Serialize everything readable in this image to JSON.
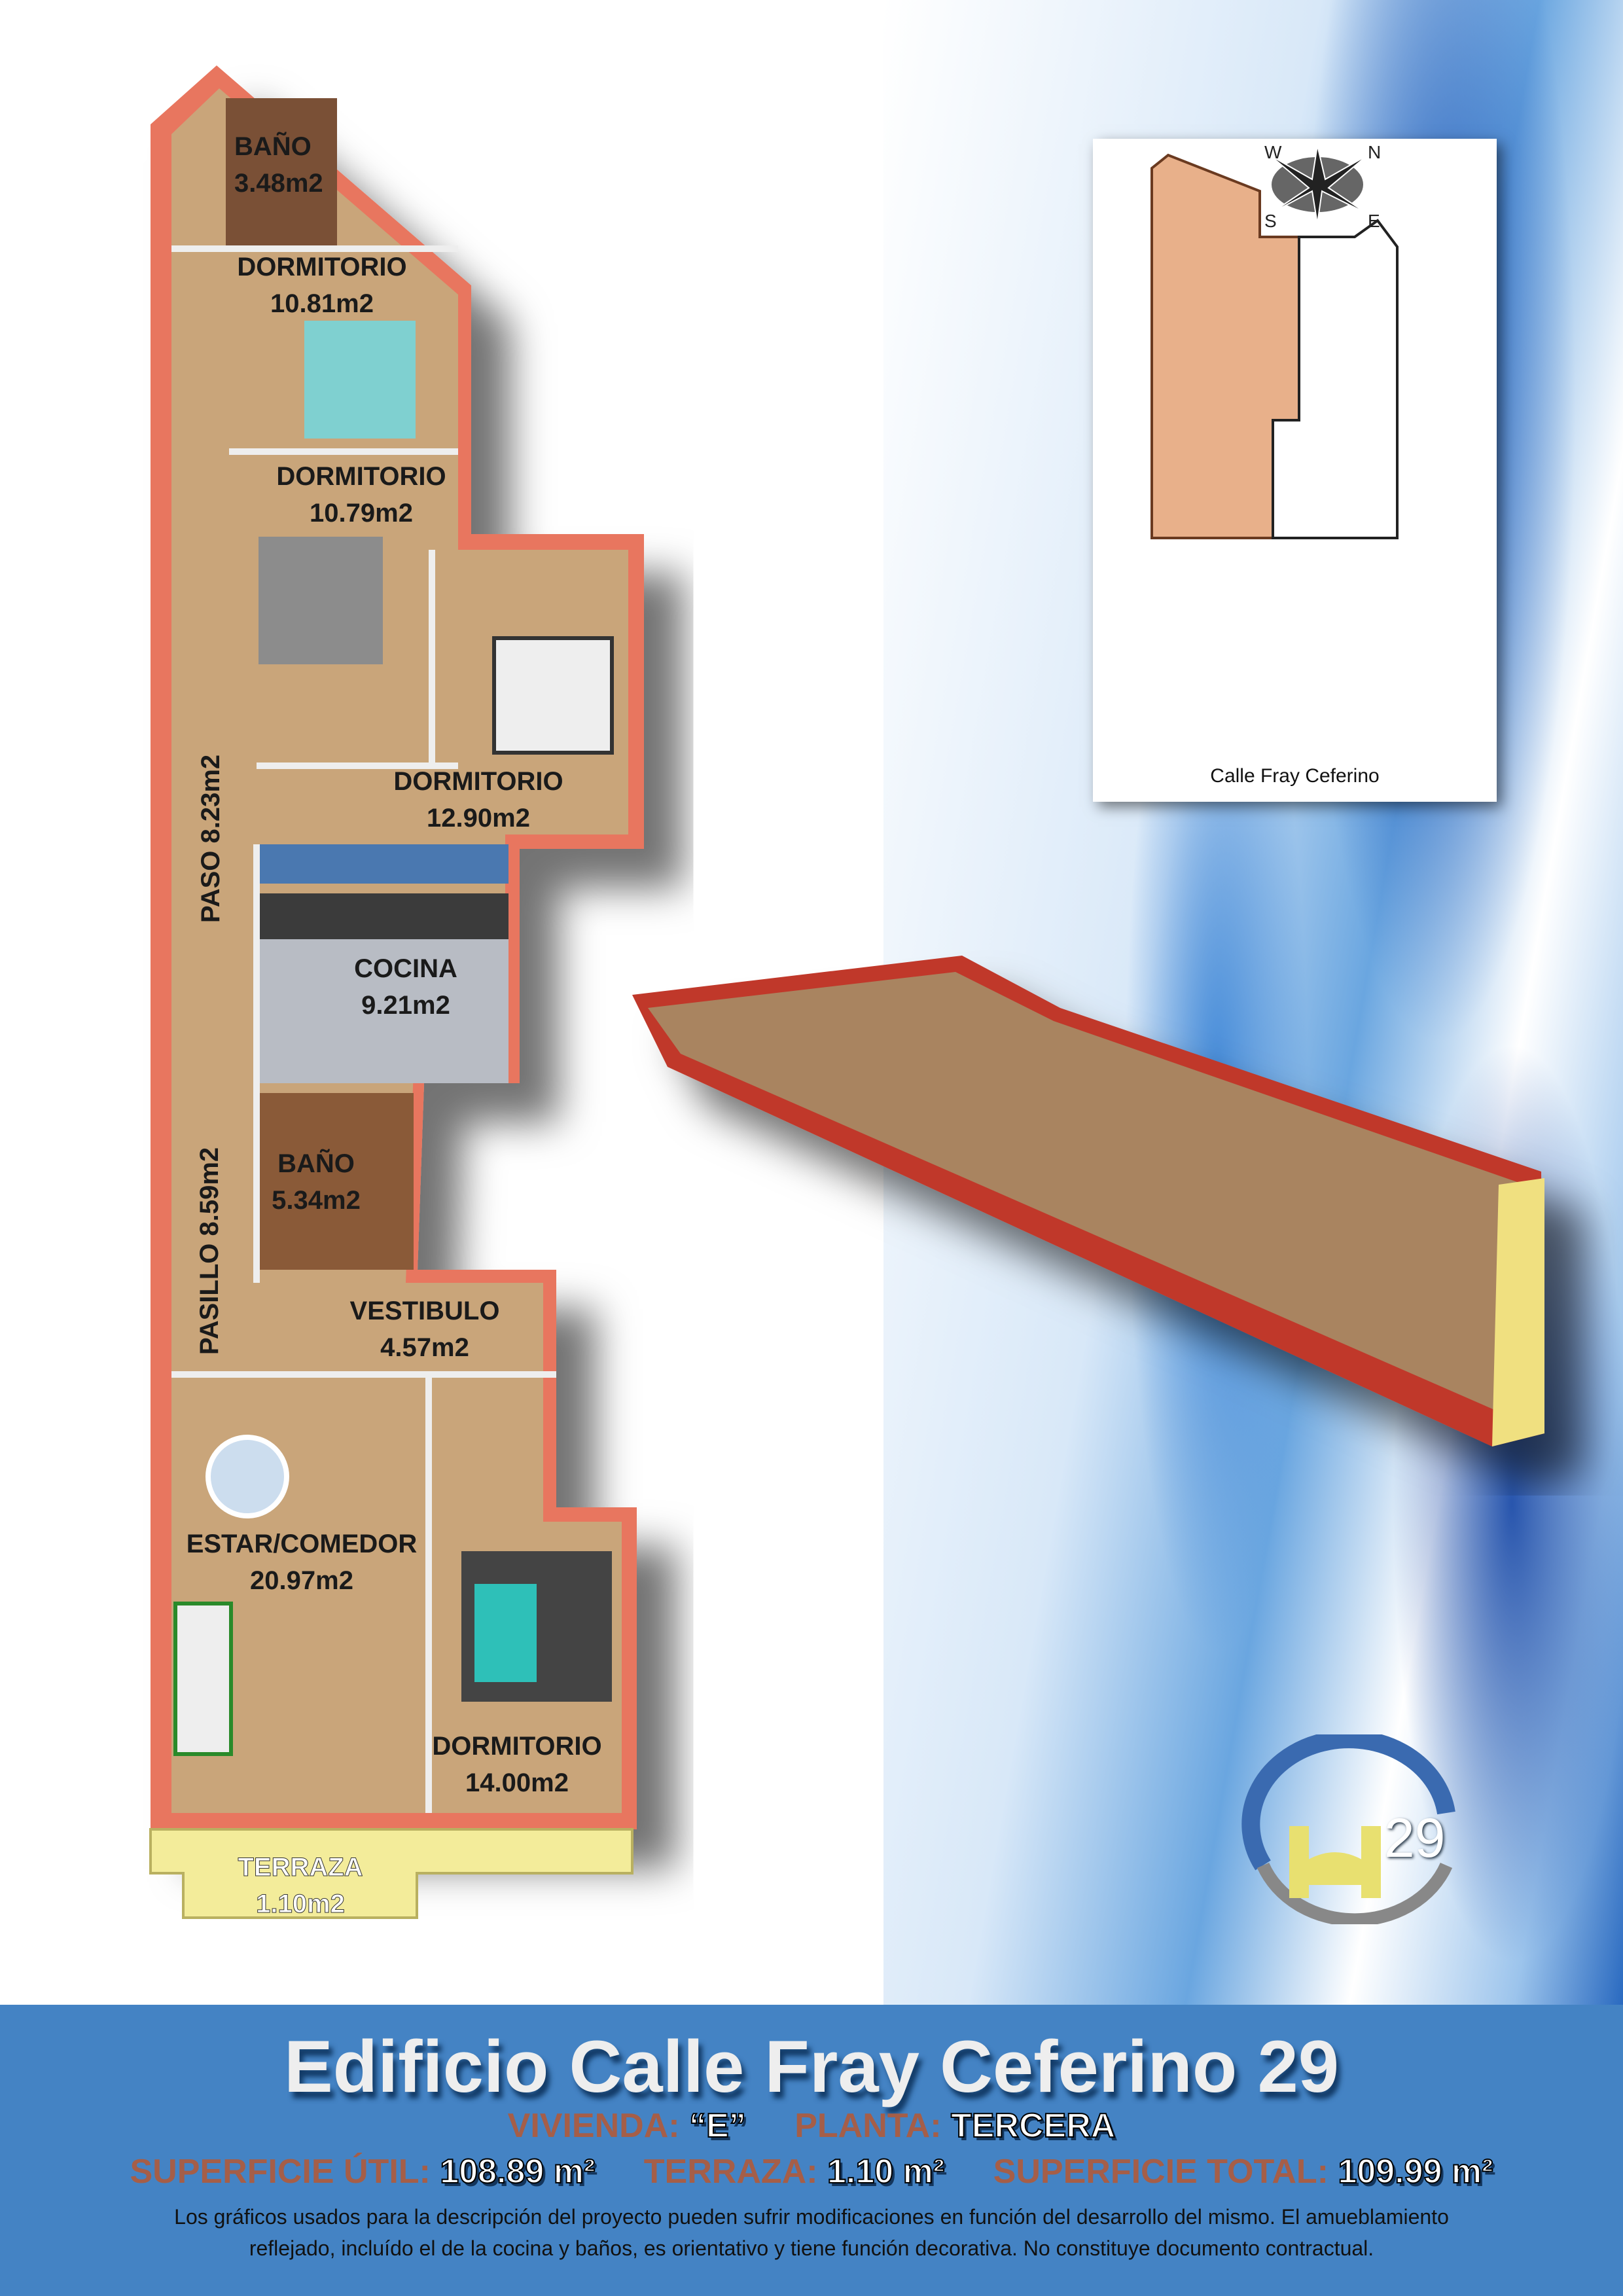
{
  "floor_plan": {
    "rooms": [
      {
        "name": "BAÑO",
        "area": "3.48m2"
      },
      {
        "name": "DORMITORIO",
        "area": "10.81m2"
      },
      {
        "name": "DORMITORIO",
        "area": "10.79m2"
      },
      {
        "name": "DORMITORIO",
        "area": "12.90m2"
      },
      {
        "name": "PASO",
        "area": "8.23m2"
      },
      {
        "name": "COCINA",
        "area": "9.21m2"
      },
      {
        "name": "BAÑO",
        "area": "5.34m2"
      },
      {
        "name": "PASILLO",
        "area": "8.59m2"
      },
      {
        "name": "VESTIBULO",
        "area": "4.57m2"
      },
      {
        "name": "ESTAR/COMEDOR",
        "area": "20.97m2"
      },
      {
        "name": "DORMITORIO",
        "area": "14.00m2"
      },
      {
        "name": "TERRAZA",
        "area": "1.10m2"
      }
    ],
    "colors": {
      "wall": "#e8765f",
      "floor": "#c9a57a",
      "terrace": "#f3ec9a"
    }
  },
  "location_map": {
    "caption": "Calle Fray Ceferino",
    "compass": {
      "n": "N",
      "s": "S",
      "e": "E",
      "w": "W"
    }
  },
  "logo": {
    "number": "29"
  },
  "banner": {
    "title": "Edificio Calle Fray Ceferino 29",
    "vivienda_label": "VIVIENDA:",
    "vivienda_value": "“E”",
    "planta_label": "PLANTA:",
    "planta_value": "TERCERA",
    "util_label": "SUPERFICIE ÚTIL:",
    "util_value": "108.89 m²",
    "terraza_label": "TERRAZA:",
    "terraza_value": "1.10 m²",
    "total_label": "SUPERFICIE TOTAL:",
    "total_value": "109.99 m²",
    "disclaimer_1": "Los gráficos usados para la descripción del proyecto pueden sufrir modificaciones en función del desarrollo del mismo. El amueblamiento",
    "disclaimer_2": "reflejado, incluído el de la cocina y baños, es orientativo y tiene función decorativa. No constituye documento contractual."
  }
}
